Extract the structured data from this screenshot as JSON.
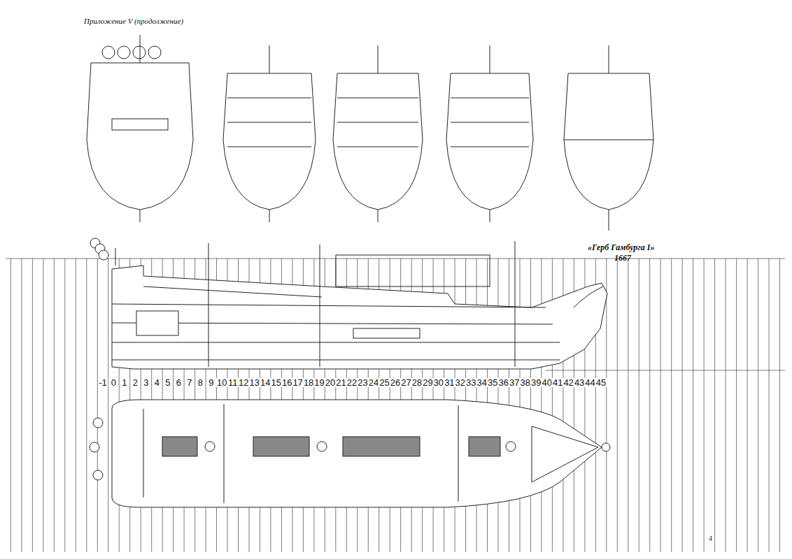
{
  "diagram": {
    "title": "«Герб Гамбурга I»",
    "labels": [
      "Приложение V (продолжение)",
      "-1",
      "0",
      "1",
      "2",
      "3",
      "4",
      "5",
      "6",
      "7",
      "8",
      "9",
      "10",
      "11",
      "12",
      "13",
      "14",
      "15",
      "16",
      "17",
      "18",
      "19",
      "20",
      "21",
      "22",
      "23",
      "24",
      "25",
      "26",
      "27",
      "28",
      "29",
      "30",
      "31",
      "32",
      "33",
      "34",
      "35",
      "36",
      "37",
      "38",
      "39",
      "40",
      "41",
      "42",
      "43",
      "44",
      "45",
      "1667",
      "4"
    ]
  }
}
